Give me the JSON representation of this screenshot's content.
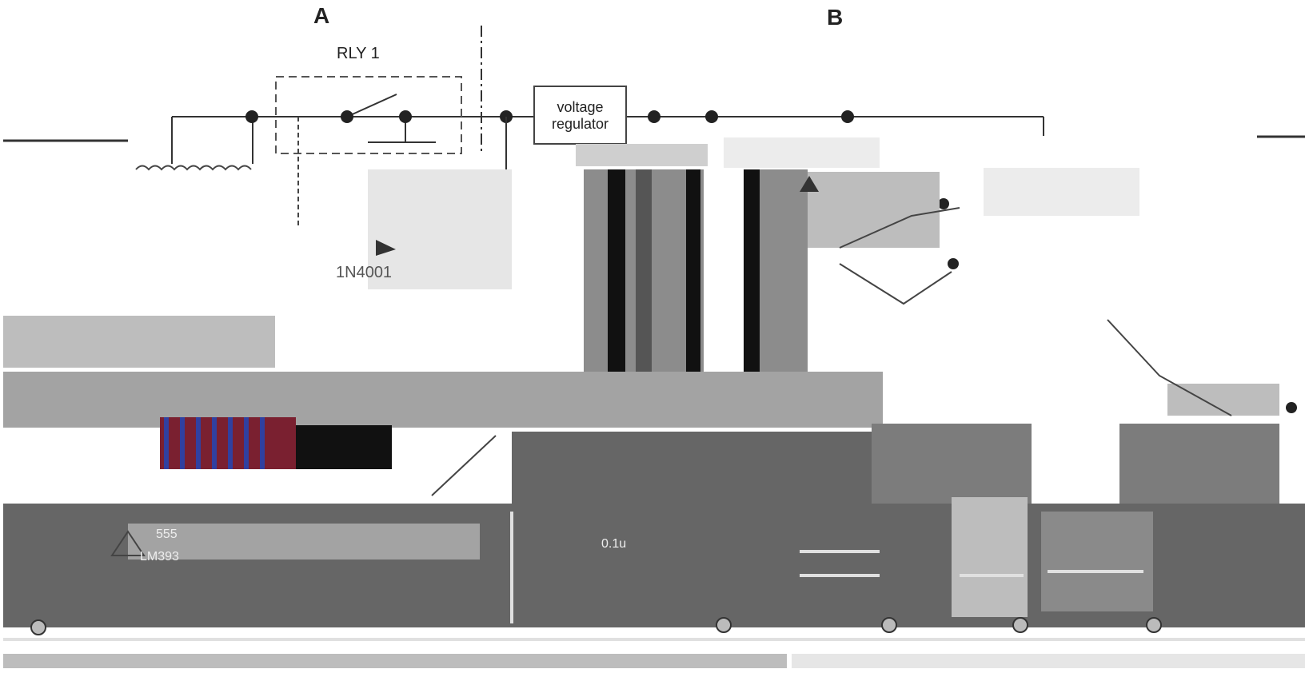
{
  "labels": {
    "section_a": "A",
    "section_b": "B",
    "relay": "RLY 1",
    "regulator_line1": "voltage",
    "regulator_line2": "regulator",
    "diode": "1N4001",
    "lower_left_line1": "555",
    "lower_left_line2": "LM393",
    "middle_small": "0.1u"
  },
  "colors": {
    "wire": "#333333",
    "dark_fill": "#666666",
    "mid_fill": "#8c8c8c",
    "light_fill": "#bdbdbd",
    "artifact_red": "#b03040",
    "artifact_blue": "#3040a0"
  },
  "icons": [
    "junction-dot",
    "relay-switch-symbol",
    "inductor-coil-symbol",
    "triangle-symbol",
    "terminal-symbol"
  ]
}
